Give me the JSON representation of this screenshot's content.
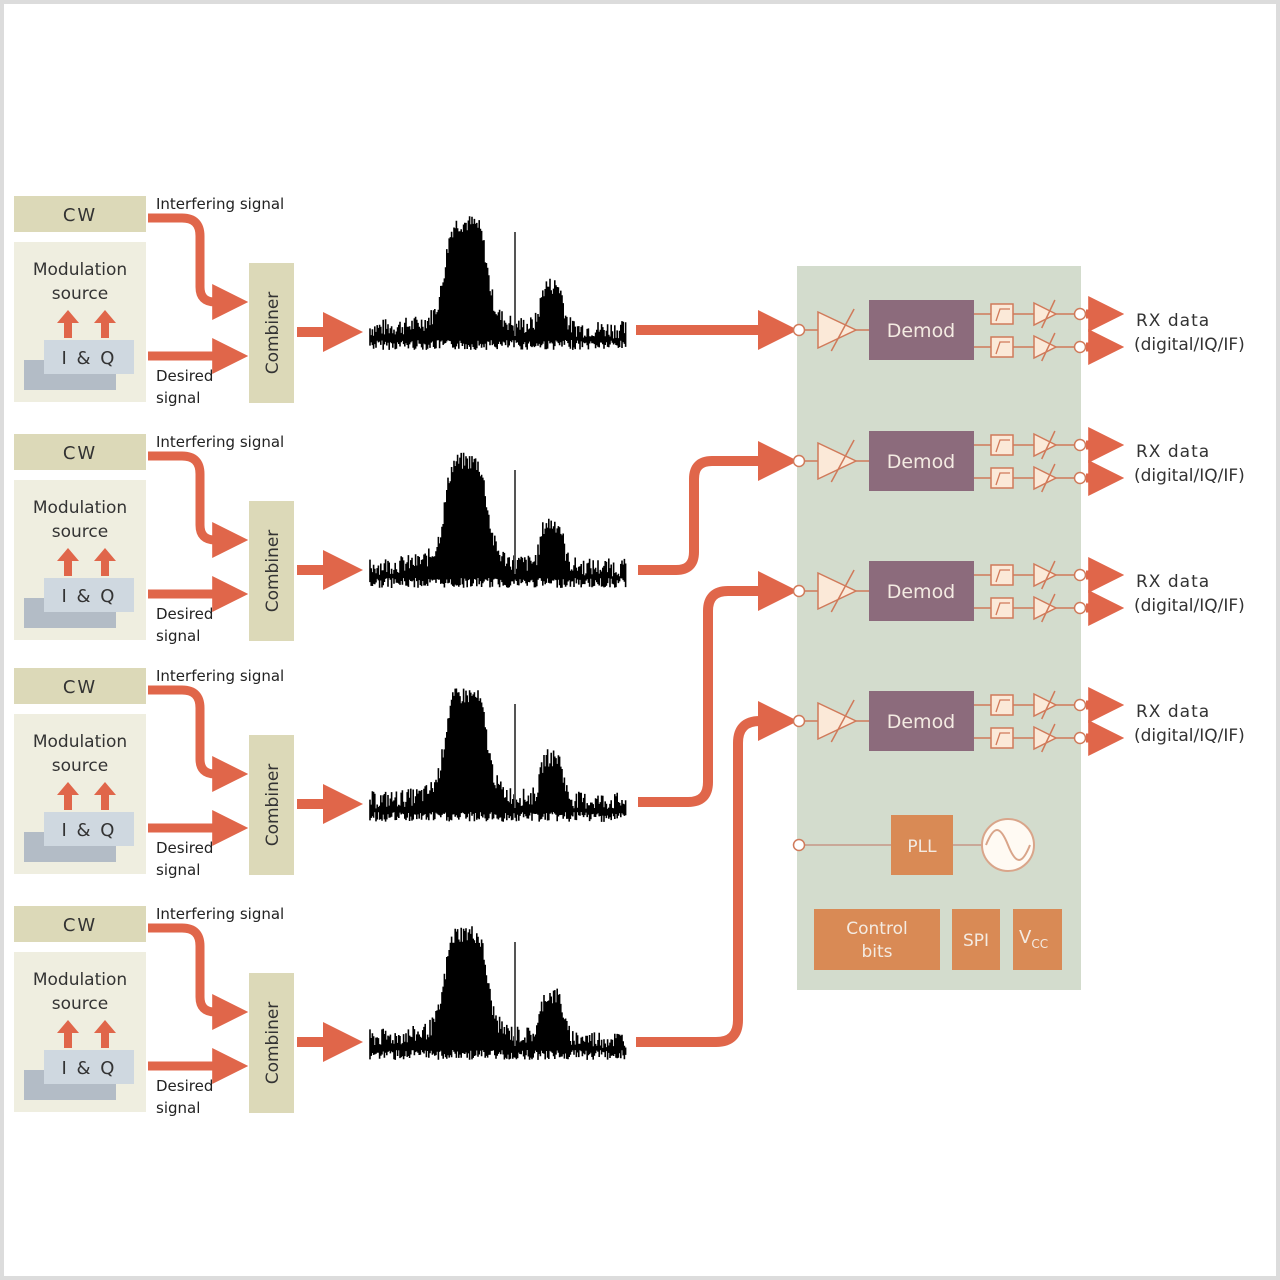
{
  "diagram": {
    "colors": {
      "arrow": "#e0664a",
      "source_box": "#dcd9b8",
      "modulation_panel": "#efeee0",
      "iq_front": "#cfd8e0",
      "iq_back": "#b3bcc6",
      "combiner": "#dcd9b8",
      "chip_bg": "#d3dccd",
      "demod": "#8c6b7c",
      "component_fill": "#fbe9d8",
      "component_stroke": "#d07a5a",
      "pll_block": "#d98a55",
      "spectrum": "#000000",
      "text_dark": "#333333",
      "text_light": "#f4ebe2"
    },
    "channels": [
      {
        "cw_label": "CW",
        "modulation_label": [
          "Modulation",
          "source"
        ],
        "iq_label": "I & Q",
        "interfering_label": "Interfering signal",
        "desired_label": [
          "Desired",
          "signal"
        ],
        "combiner_label": "Combiner"
      },
      {
        "cw_label": "CW",
        "modulation_label": [
          "Modulation",
          "source"
        ],
        "iq_label": "I & Q",
        "interfering_label": "Interfering signal",
        "desired_label": [
          "Desired",
          "signal"
        ],
        "combiner_label": "Combiner"
      },
      {
        "cw_label": "CW",
        "modulation_label": [
          "Modulation",
          "source"
        ],
        "iq_label": "I & Q",
        "interfering_label": "Interfering signal",
        "desired_label": [
          "Desired",
          "signal"
        ],
        "combiner_label": "Combiner"
      },
      {
        "cw_label": "CW",
        "modulation_label": [
          "Modulation",
          "source"
        ],
        "iq_label": "I & Q",
        "interfering_label": "Interfering signal",
        "desired_label": [
          "Desired",
          "signal"
        ],
        "combiner_label": "Combiner"
      }
    ],
    "receiver": {
      "paths": [
        {
          "demod_label": "Demod",
          "output_label": [
            "RX data",
            "(digital/IQ/IF)"
          ]
        },
        {
          "demod_label": "Demod",
          "output_label": [
            "RX data",
            "(digital/IQ/IF)"
          ]
        },
        {
          "demod_label": "Demod",
          "output_label": [
            "RX data",
            "(digital/IQ/IF)"
          ]
        },
        {
          "demod_label": "Demod",
          "output_label": [
            "RX data",
            "(digital/IQ/IF)"
          ]
        }
      ],
      "pll_label": "PLL",
      "oscillator_icon": "sine-oscillator-icon",
      "control_label": [
        "Control",
        "bits"
      ],
      "spi_label": "SPI",
      "vcc_label": "V",
      "vcc_subscript": "CC"
    }
  }
}
